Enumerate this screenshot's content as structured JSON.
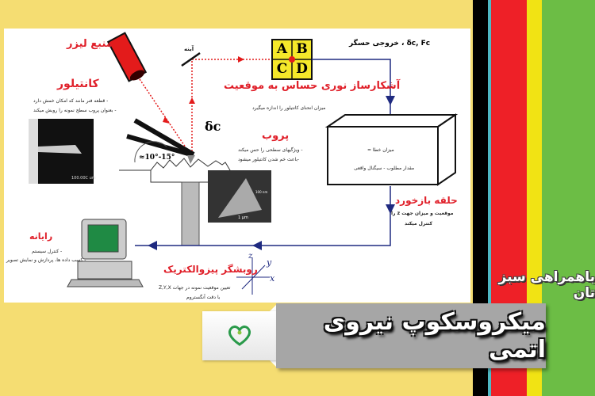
{
  "colors": {
    "background": "#f5dd72",
    "stripe_black": "#000000",
    "stripe_teal": "#4fb8c4",
    "stripe_red": "#ee2027",
    "stripe_yellow": "#f1e314",
    "stripe_green": "#6cbd45",
    "banner": "#a6a6a6",
    "label_red": "#e0202a",
    "arrow_blue": "#1f2a80"
  },
  "diagram": {
    "laser_label": "منبع لیزر",
    "mirror_label": "آینه",
    "cantilever": {
      "title": "کانتیلور",
      "bullets": [
        "- قطعه فنر مانند که امکان خمش دارد",
        "- بعنوان پروب سطح نمونه را روبش میکند"
      ],
      "scale": "100.00C um"
    },
    "deflection_label": "δc",
    "angle_label": "≈10°-15°",
    "detector": {
      "cells": [
        "A",
        "B",
        "C",
        "D"
      ],
      "title": "آشکارساز نوری حساس به موقعیت",
      "desc": "میزان انحنای کانتیلور را اندازه میگیرد"
    },
    "sensor_output": "δc, Fc ، خروجی حسگر",
    "probe": {
      "title": "پروب",
      "bullets": [
        "- ویژگیهای سطحی را حس میکند",
        "-باعث خم شدن کانتیلور میشود"
      ],
      "scale_top": "100 nm",
      "scale_bottom": "1 µm"
    },
    "controller_box": {
      "line1": "میزان خطا =",
      "line2": "مقدار مطلوب - سیگنال واقعی"
    },
    "feedback": {
      "title": "حلقه بازخورد",
      "line1": "موقعیت و میزان جهت z را",
      "line2": "کنترل میکند"
    },
    "computer": {
      "title": "رایانه",
      "bullets": [
        "- کنترل سیستم",
        "- کسب داده ها، پردازش و نمایش تصویر"
      ]
    },
    "scanner": {
      "title": "روبشگر پیزوالکتریک",
      "line1": "تعیین موقعیت نمونه در جهات Z,Y,X",
      "line2": "با دقت آنگستروم"
    },
    "axes": {
      "z": "z",
      "y": "y",
      "x": "x"
    }
  },
  "tagline": "باهمراهی سبز تان",
  "banner_title": "میکروسکوپ نیروی اتمی"
}
